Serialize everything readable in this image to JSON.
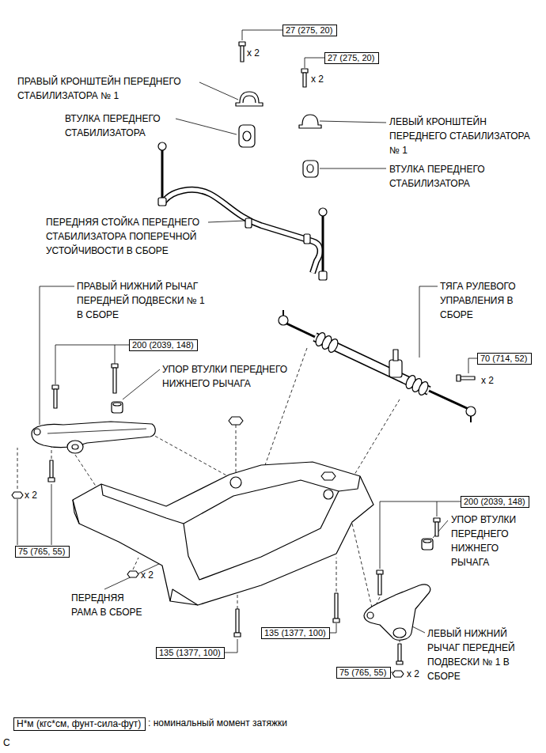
{
  "diagram": {
    "nodes": [
      {
        "text": [
          "27 (275, 20)"
        ]
      },
      {
        "text": [
          "27 (275, 20)"
        ]
      },
      {
        "text": [
          "200 (2039, 148)"
        ]
      },
      {
        "text": [
          "70 (714, 52)"
        ]
      },
      {
        "text": [
          "200 (2039, 148)"
        ]
      },
      {
        "text": [
          "75 (765, 55)"
        ]
      },
      {
        "text": [
          "135 (1377, 100)"
        ]
      },
      {
        "text": [
          "135 (1377, 100)"
        ]
      },
      {
        "text": [
          "75 (765, 55)"
        ]
      },
      {
        "text": [
          "Н*м (кгс*см, фунт-сила-фут)"
        ]
      }
    ],
    "labels": [
      "ПРАВЫЙ КРОНШТЕЙН ПЕРЕДНЕГО СТАБИЛИЗАТОРА № 1",
      "x 2",
      "x 2",
      "ВТУЛКА ПЕРЕДНЕГО СТАБИЛИЗАТОРА",
      "ЛЕВЫЙ КРОНШТЕЙН ПЕРЕДНЕГО СТАБИЛИЗАТОРА № 1",
      "ВТУЛКА ПЕРЕДНЕГО СТАБИЛИЗАТОРА",
      "ПЕРЕДНЯЯ СТОЙКА ПЕРЕДНЕГО СТАБИЛИЗАТОРА ПОПЕРЕЧНОЙ УСТОЙЧИВОСТИ В СБОРЕ",
      "ПРАВЫЙ НИЖНИЙ РЫЧАГ ПЕРЕДНЕЙ ПОДВЕСКИ № 1 В СБОРЕ",
      "ТЯГА РУЛЕВОГО УПРАВЛЕНИЯ В СБОРЕ",
      "УПОР ВТУЛКИ ПЕРЕДНЕГО НИЖНЕГО РЫЧАГА",
      "x 2",
      "x 2",
      "УПОР ВТУЛКИ ПЕРЕДНЕГО НИЖНЕГО РЫЧАГА",
      "x 2",
      "ПЕРЕДНЯЯ РАМА В СБОРЕ",
      "ЛЕВЫЙ НИЖНИЙ РЫЧАГ ПЕРЕДНЕЙ ПОДВЕСКИ № 1 В СБОРЕ",
      "x 2",
      ": номинальный момент затяжки",
      "C"
    ]
  }
}
